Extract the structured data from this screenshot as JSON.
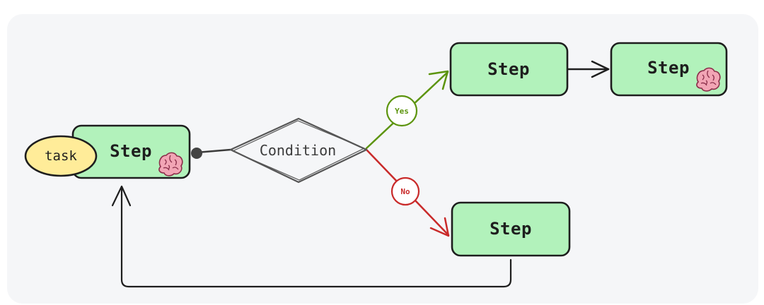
{
  "nodes": {
    "task": "task",
    "step_main": "Step",
    "condition": "Condition",
    "step_yes": "Step",
    "step_yes_next": "Step",
    "step_no": "Step"
  },
  "edges": {
    "yes_label": "Yes",
    "no_label": "No"
  },
  "colors": {
    "step_fill": "#b2f2bb",
    "step_stroke": "#1e1e1e",
    "task_fill": "#ffec99",
    "yes_color": "#5c940d",
    "no_color": "#c92a2a",
    "brain_fill": "#f2a5b5"
  },
  "icons": [
    "brain-icon"
  ]
}
